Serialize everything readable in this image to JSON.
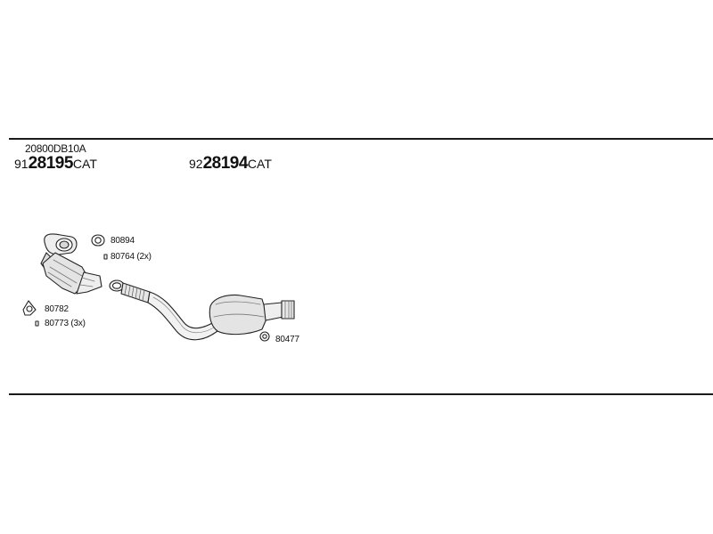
{
  "assembly_code": "20800DB10A",
  "part_numbers": [
    {
      "prefix": "91",
      "number": "28195",
      "suffix": "CAT"
    },
    {
      "prefix": "92",
      "number": "28194",
      "suffix": "CAT"
    }
  ],
  "callouts": {
    "gasket_upper": "80894",
    "bolt_upper": "80764 (2x)",
    "gasket_left": "80782",
    "bolt_left": "80773 (3x)",
    "clamp_right": "80477"
  }
}
